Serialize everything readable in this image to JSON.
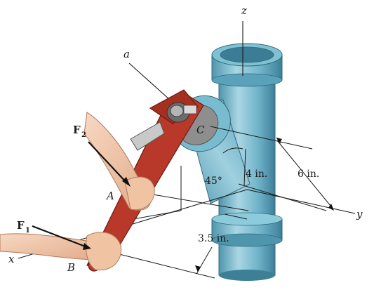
{
  "labels": {
    "z_axis": "z",
    "y_axis": "y",
    "x_axis": "x",
    "axis_a": "a",
    "point_A": "A",
    "point_B": "B",
    "point_C": "C",
    "force_F2": "F",
    "force_F2_sub": "2",
    "force_F1": "F",
    "force_F1_sub": "1",
    "angle": "45°",
    "dim_4in": "4 in.",
    "dim_6in": "6 in.",
    "dim_3_5in": "3.5 in."
  },
  "colors": {
    "pipe": "#6fb3c9",
    "pipe_dark": "#3d7f97",
    "pipe_light": "#a9d6e4",
    "wrench": "#b8382a",
    "wrench_dark": "#7e1f17",
    "skin": "#f2c7a8",
    "skin_dark": "#d9a080",
    "cap": "#9a9a9a"
  }
}
